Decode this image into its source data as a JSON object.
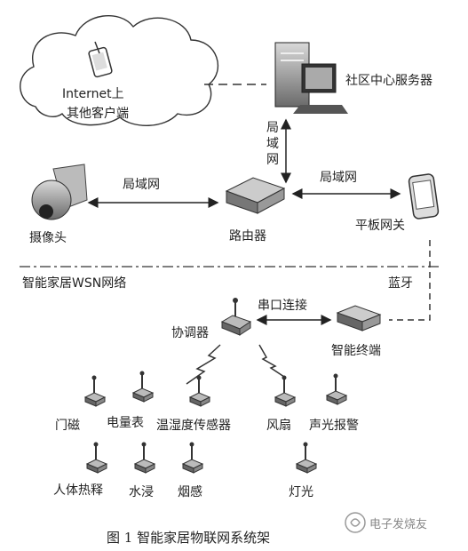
{
  "labels": {
    "internet_line1": "Internet上",
    "internet_line2": "其他客户端",
    "server": "社区中心服务器",
    "lan_vertical_1": "局",
    "lan_vertical_2": "域",
    "lan_vertical_3": "网",
    "lan_left": "局域网",
    "lan_right": "局域网",
    "camera": "摄像头",
    "router": "路由器",
    "tablet_gateway": "平板网关",
    "wsn_network": "智能家居WSN网络",
    "bluetooth": "蓝牙",
    "serial_link": "串口连接",
    "coordinator": "协调器",
    "smart_terminal": "智能终端",
    "door_sensor": "门磁",
    "meter": "电量表",
    "temp_humidity": "温湿度传感器",
    "fan": "风扇",
    "alarm": "声光报警",
    "body_heat": "人体热释",
    "water_leak": "水浸",
    "smoke": "烟感",
    "light": "灯光"
  },
  "caption": "图 1   智能家居物联网系统架",
  "watermark": "电子发烧友"
}
